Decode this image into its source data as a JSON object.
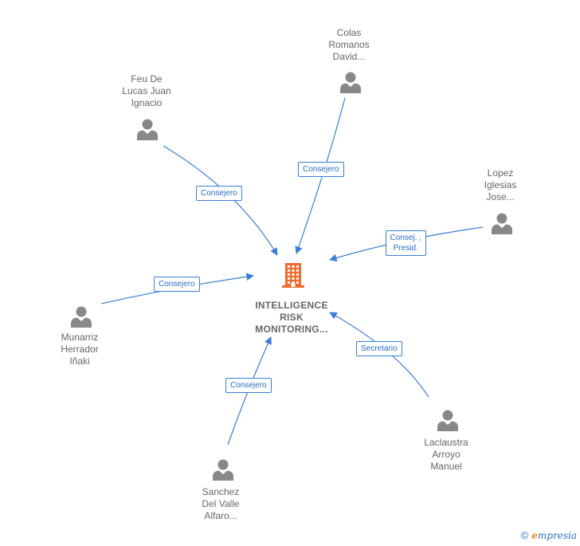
{
  "center": {
    "lines": [
      "INTELLIGENCE",
      "RISK",
      "MONITORING..."
    ],
    "icon": "building-icon",
    "color": "#f26b2d"
  },
  "people": [
    {
      "id": "feu",
      "lines": [
        "Feu De",
        "Lucas Juan",
        "Ignacio"
      ],
      "icon": "person-icon"
    },
    {
      "id": "colas",
      "lines": [
        "Colas",
        "Romanos",
        "David..."
      ],
      "icon": "person-icon"
    },
    {
      "id": "lopez",
      "lines": [
        "Lopez",
        "Iglesias",
        "Jose..."
      ],
      "icon": "person-icon"
    },
    {
      "id": "munarriz",
      "lines": [
        "Munarriz",
        "Herrador",
        "Iñaki"
      ],
      "icon": "person-icon"
    },
    {
      "id": "sanchez",
      "lines": [
        "Sanchez",
        "Del Valle",
        "Alfaro..."
      ],
      "icon": "person-icon"
    },
    {
      "id": "laclaustra",
      "lines": [
        "Laclaustra",
        "Arroyo",
        "Manuel"
      ],
      "icon": "person-icon"
    }
  ],
  "edges": [
    {
      "from": "feu",
      "lines": [
        "Consejero"
      ]
    },
    {
      "from": "colas",
      "lines": [
        "Consejero"
      ]
    },
    {
      "from": "lopez",
      "lines": [
        "Consej. ,",
        "Presid."
      ]
    },
    {
      "from": "munarriz",
      "lines": [
        "Consejero"
      ]
    },
    {
      "from": "sanchez",
      "lines": [
        "Consejero"
      ]
    },
    {
      "from": "laclaustra",
      "lines": [
        "Secretario"
      ]
    }
  ],
  "colors": {
    "edge": "#3a7fd5",
    "person": "#888888",
    "text": "#666666"
  },
  "footer": {
    "copyright": "©",
    "brand_first": "e",
    "brand_rest": "mpresia"
  }
}
